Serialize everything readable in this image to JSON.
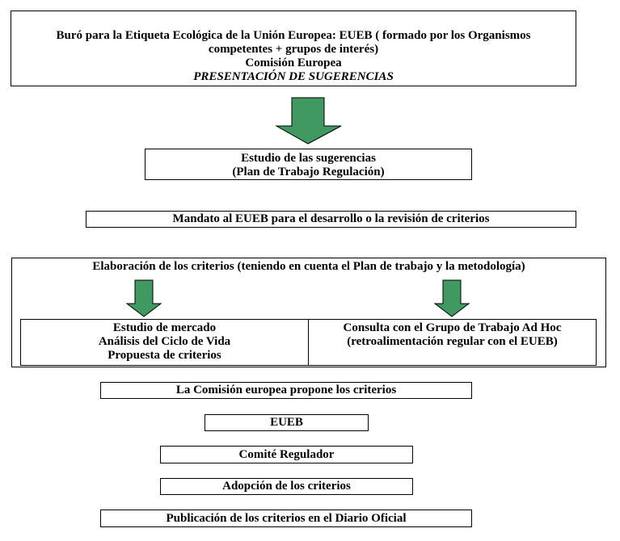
{
  "colors": {
    "arrow_fill": "#3f9960",
    "arrow_stroke": "#000000",
    "border": "#000000"
  },
  "top_box": {
    "line1": "Buró para la Etiqueta Ecológica de la Unión Europea: EUEB  ( formado por los Organismos",
    "line2": "competentes + grupos de interés)",
    "line3": "Comisión Europea",
    "line4": "PRESENTACIÓN DE SUGERENCIAS"
  },
  "study_box": {
    "line1": "Estudio de las sugerencias",
    "line2": "(Plan de Trabajo Regulación)"
  },
  "mandate_box": {
    "text": "Mandato al EUEB para el desarrollo o la revisión de criterios"
  },
  "elaboration_box": {
    "title": "Elaboración de los criterios (teniendo en cuenta el Plan de trabajo y la metodología)",
    "left": {
      "line1": "Estudio de mercado",
      "line2": "Análisis del Ciclo de Vida",
      "line3": "Propuesta de criterios"
    },
    "right": {
      "line1": "Consulta con el Grupo de Trabajo Ad Hoc",
      "line2": "(retroalimentación regular con el EUEB)"
    }
  },
  "steps": {
    "commission": "La Comisión europea propone los criterios",
    "eueb": "EUEB",
    "committee": "Comité Regulador",
    "adoption": "Adopción de los criterios",
    "publication": "Publicación de los criterios en el Diario Oficial"
  }
}
